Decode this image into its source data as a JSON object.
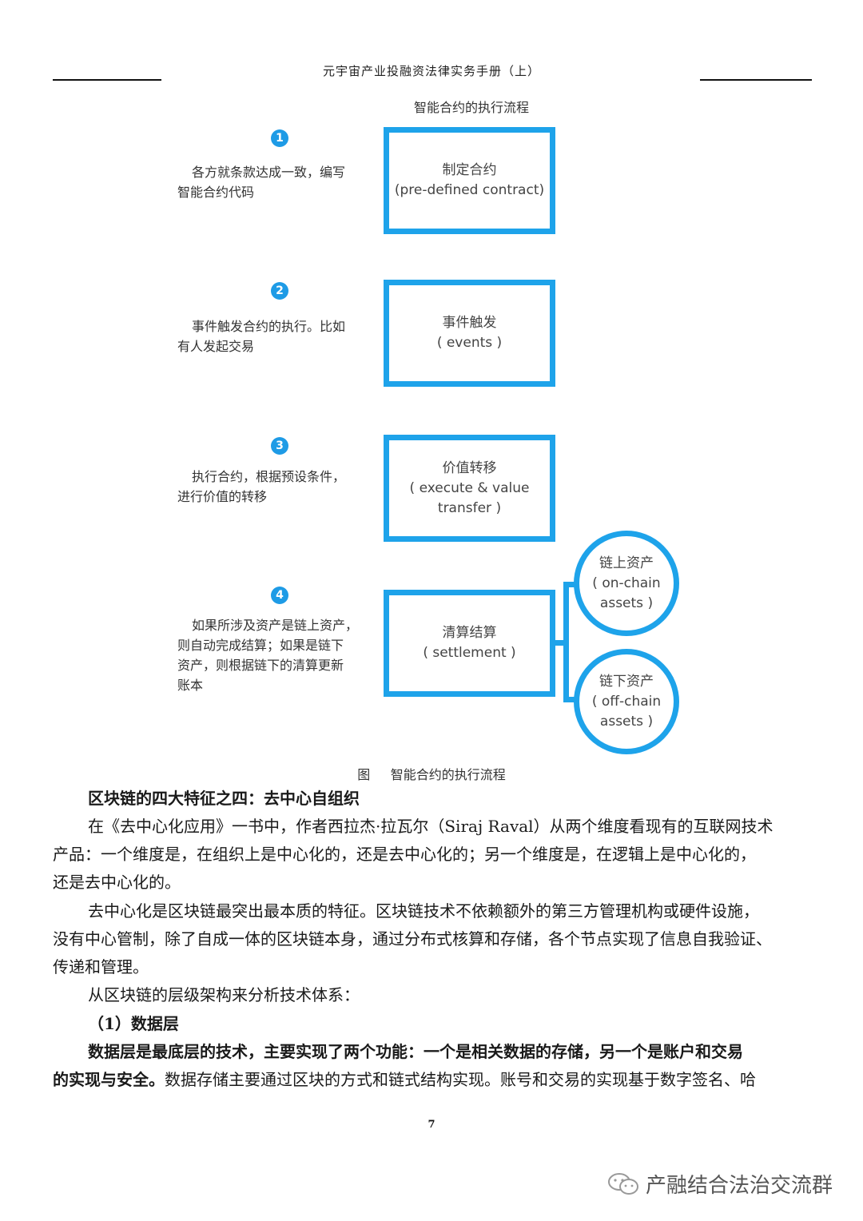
{
  "header": {
    "title": "元宇宙产业投融资法律实务手册（上）"
  },
  "diagram": {
    "title": "智能合约的执行流程",
    "steps": [
      {
        "number": "1",
        "desc_lines": [
          "各方就条款达成一致，编写",
          "智能合约代码"
        ],
        "box_lines": [
          "制定合约",
          "(pre-defined contract)"
        ]
      },
      {
        "number": "2",
        "desc_lines": [
          "事件触发合约的执行。比如",
          "有人发起交易"
        ],
        "box_lines": [
          "事件触发",
          "( events  )"
        ]
      },
      {
        "number": "3",
        "desc_lines": [
          "执行合约，根据预设条件，",
          "进行价值的转移"
        ],
        "box_lines": [
          "价值转移",
          "( execute & value",
          "transfer )"
        ]
      },
      {
        "number": "4",
        "desc_lines": [
          "如果所涉及资产是链上资产，",
          "则自动完成结算；如果是链下",
          "资产，则根据链下的清算更新",
          "账本"
        ],
        "box_lines": [
          "清算结算",
          "( settlement )"
        ]
      }
    ],
    "branches": [
      {
        "lines": [
          "链上资产",
          "( on-chain",
          "assets )"
        ]
      },
      {
        "lines": [
          "链下资产",
          "( off-chain",
          "assets )"
        ]
      }
    ],
    "caption": "图     智能合约的执行流程",
    "accent_color": "#1ea3ea"
  },
  "body": {
    "heading1": "区块链的四大特征之四：去中心自组织",
    "p1_line1": "在《去中心化应用》一书中，作者西拉杰·拉瓦尔（Siraj Raval）从两个维度看现有的互联网技术",
    "p1_line2": "产品：一个维度是，在组织上是中心化的，还是去中心化的；另一个维度是，在逻辑上是中心化的，",
    "p1_line3": "还是去中心化的。",
    "p2_line1": "去中心化是区块链最突出最本质的特征。区块链技术不依赖额外的第三方管理机构或硬件设施，",
    "p2_line2": "没有中心管制，除了自成一体的区块链本身，通过分布式核算和存储，各个节点实现了信息自我验证、",
    "p2_line3": "传递和管理。",
    "p3": "从区块链的层级架构来分析技术体系：",
    "heading2": "（1）数据层",
    "p4_bold_line1": "数据层是最底层的技术，主要实现了两个功能：一个是相关数据的存储，另一个是账户和交易",
    "p4_bold_line2": "的实现与安全。",
    "p4_rest_line2": "数据存储主要通过区块的方式和链式结构实现。账号和交易的实现基于数字签名、哈"
  },
  "footer": {
    "page_number": "7",
    "watermark": "产融结合法治交流群"
  }
}
